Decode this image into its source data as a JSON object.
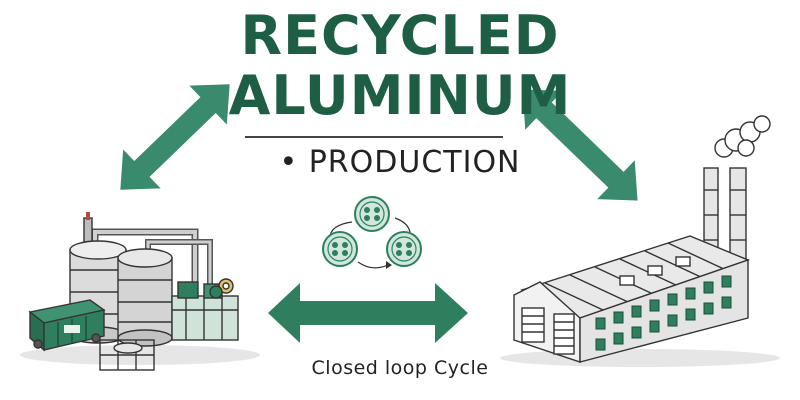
{
  "title": {
    "line1": "RECYCLED",
    "line2": "ALUMINUM",
    "subtitle": "• PRODUCTION"
  },
  "caption": "Closed loop Cycle",
  "colors": {
    "brand_green": "#1e5e45",
    "arrow_green": "#3a8a6d",
    "outline": "#333333",
    "tank_gray": "#dcdcdc",
    "container_green": "#2f7f5f"
  },
  "icons": {
    "left_facility": "smelting-plant-icon",
    "right_facility": "factory-icon",
    "center_cycle": "recycle-loop-icon"
  }
}
